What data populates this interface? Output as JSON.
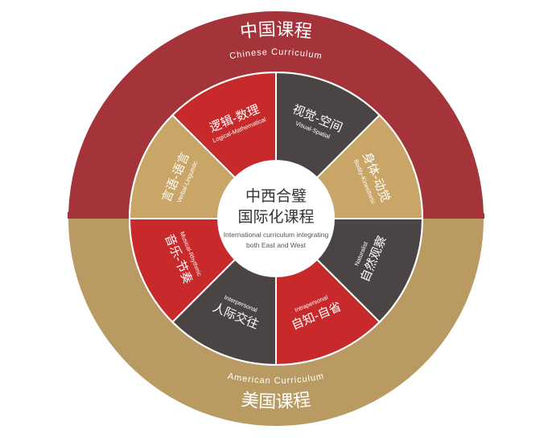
{
  "outer": {
    "top_title": "中国课程",
    "top_subtitle": "Chinese Curriculum",
    "bottom_title": "美国课程",
    "bottom_subtitle": "American Curriculum"
  },
  "center": {
    "line1": "中西合璧",
    "line2": "国际化课程",
    "sub1": "International curriculum integrating",
    "sub2": "both East and West"
  },
  "segments": [
    {
      "id": "logical",
      "zh": "逻辑-数理",
      "en": "Logical-Mathematical"
    },
    {
      "id": "visual",
      "zh": "视觉-空间",
      "en": "Visual-Spatial"
    },
    {
      "id": "bodily",
      "zh": "身体-动觉",
      "en": "Bodily-Kinesthetic"
    },
    {
      "id": "naturalist",
      "zh": "自然观察",
      "en": "Naturalist"
    },
    {
      "id": "intrapersonal",
      "zh": "自知-自省",
      "en": "Intrapersonal"
    },
    {
      "id": "interpersonal",
      "zh": "人际交往",
      "en": "Interpersonal"
    },
    {
      "id": "musical",
      "zh": "音乐-节奏",
      "en": "Musical-Rhythmic"
    },
    {
      "id": "verbal",
      "zh": "言语-语言",
      "en": "Verbal-Linguistic"
    }
  ],
  "colors": {
    "crimson": "#a5343a",
    "gold": "#b89a62",
    "red": "#c82a2c",
    "dark": "#4a4544",
    "tan": "#c9a568",
    "white": "#ffffff"
  }
}
